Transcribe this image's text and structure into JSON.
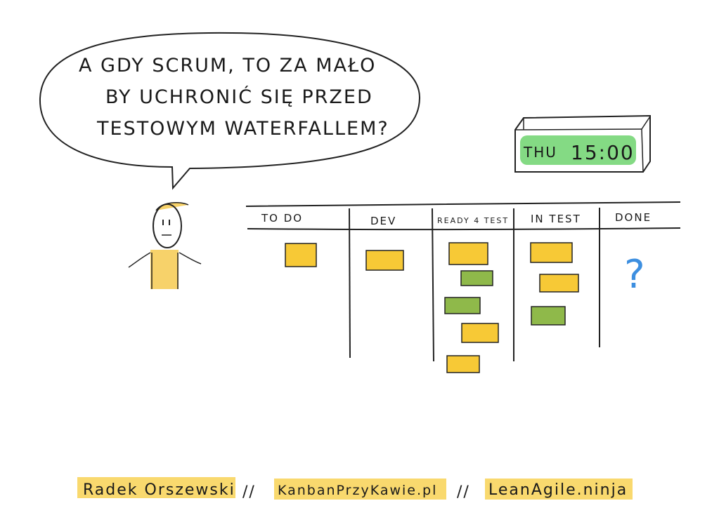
{
  "speech_bubble": {
    "lines": [
      "A GDY SCRUM, TO ZA MAŁO",
      "BY UCHRONIĆ SIĘ PRZED",
      "TESTOWYM WATERFALLEM?"
    ]
  },
  "clock": {
    "day": "THU",
    "time": "15:00",
    "display_color": "#5fcf63"
  },
  "board": {
    "columns": [
      {
        "label": "TO DO",
        "cards": [
          "yellow"
        ]
      },
      {
        "label": "DEV",
        "cards": [
          "yellow"
        ]
      },
      {
        "label": "READY 4 TEST",
        "cards": [
          "yellow",
          "green",
          "green",
          "yellow",
          "yellow"
        ]
      },
      {
        "label": "IN TEST",
        "cards": [
          "yellow",
          "yellow",
          "green"
        ]
      },
      {
        "label": "DONE",
        "cards": [],
        "mark": "?"
      }
    ],
    "colors": {
      "yellow": "#f7c936",
      "green": "#8fb94a",
      "question": "#3d8fe0"
    }
  },
  "footer": {
    "author": "Radek Orszewski",
    "sep1": "//",
    "site1": "KanbanPrzyKawie.pl",
    "sep2": "//",
    "site2": "LeanAgile.ninja",
    "highlight": "#f8cf4a"
  }
}
